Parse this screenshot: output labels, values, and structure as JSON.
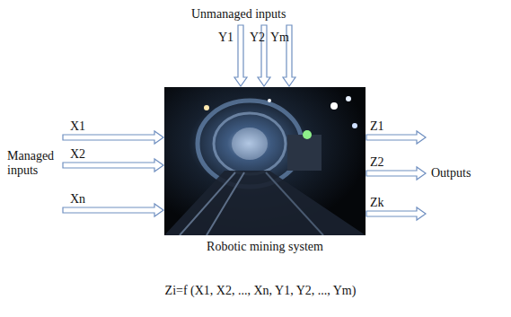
{
  "diagram": {
    "nodes": [
      {
        "text": [
          "Robotic mining system"
        ]
      }
    ],
    "labels": [
      "Unmanaged inputs",
      "Y1",
      "Y2",
      "Ym",
      "Managed inputs",
      "X1",
      "X2",
      "Xn",
      "Z1",
      "Z2",
      "Zk",
      "Outputs",
      "Zi=f (X1, X2, ..., Xn, Y1, Y2, ..., Ym)"
    ]
  }
}
